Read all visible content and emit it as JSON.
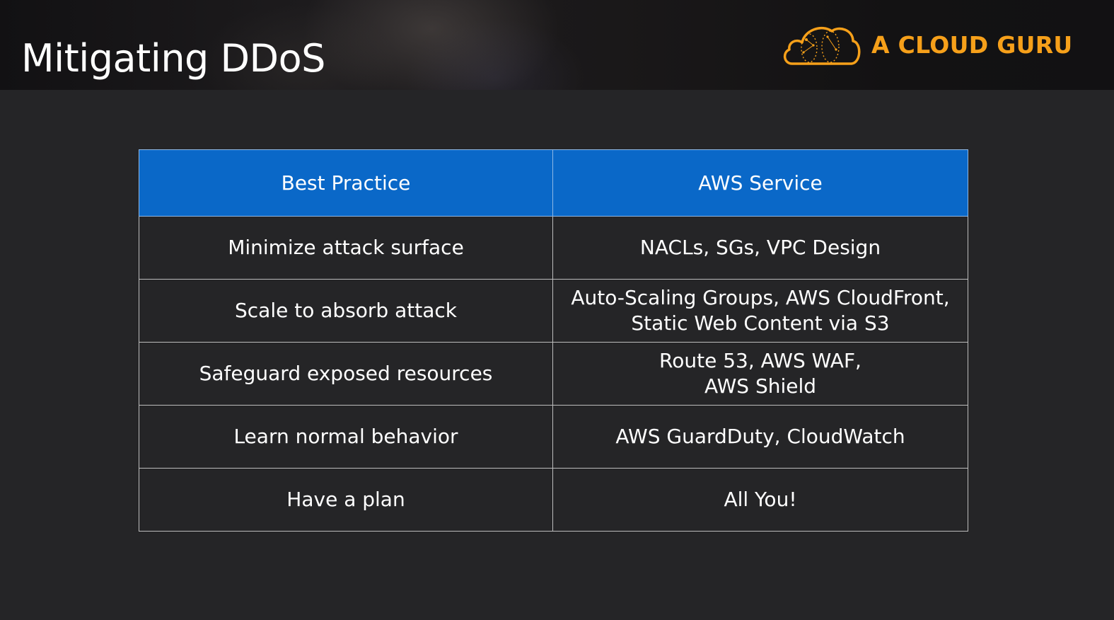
{
  "slide": {
    "title": "Mitigating DDoS",
    "brand": {
      "name": "A CLOUD GURU",
      "icon": "cloud-logo-icon",
      "color": "#f6a01a"
    }
  },
  "table": {
    "header_color": "#0a68c8",
    "headers": [
      "Best Practice",
      "AWS Service"
    ],
    "rows": [
      {
        "practice": "Minimize attack surface",
        "service": [
          "NACLs, SGs, VPC Design"
        ]
      },
      {
        "practice": "Scale to absorb attack",
        "service": [
          "Auto-Scaling Groups, AWS CloudFront,",
          "Static Web Content via S3"
        ]
      },
      {
        "practice": "Safeguard exposed resources",
        "service": [
          "Route 53, AWS WAF,",
          "AWS Shield"
        ]
      },
      {
        "practice": "Learn normal behavior",
        "service": [
          "AWS GuardDuty, CloudWatch"
        ]
      },
      {
        "practice": "Have a plan",
        "service": [
          "All You!"
        ]
      }
    ]
  }
}
